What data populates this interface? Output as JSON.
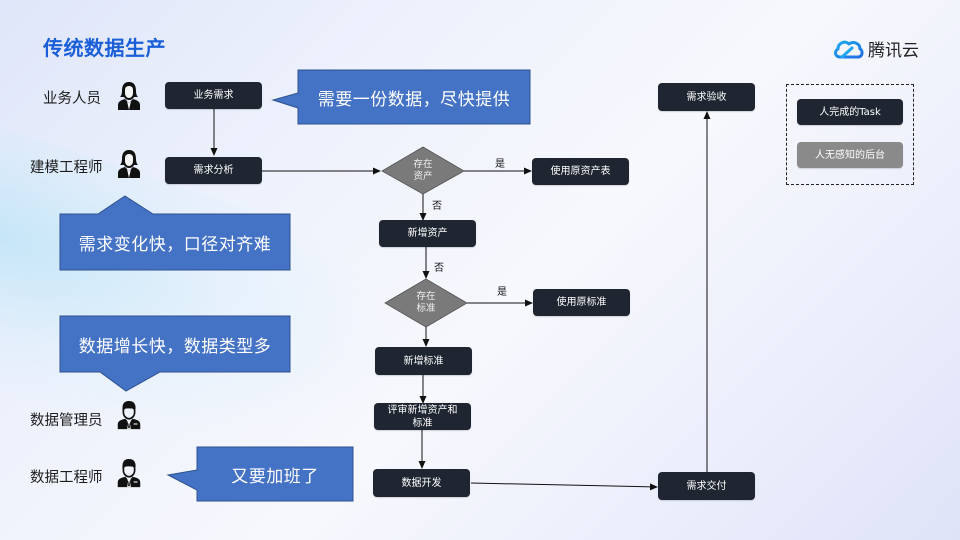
{
  "page": {
    "title": "传统数据生产",
    "brand": "腾讯云"
  },
  "roles": [
    {
      "label": "业务人员",
      "icon": "female-user-icon"
    },
    {
      "label": "建模工程师",
      "icon": "female-user-icon"
    },
    {
      "label": "数据管理员",
      "icon": "male-user-icon"
    },
    {
      "label": "数据工程师",
      "icon": "male-user-icon"
    }
  ],
  "callouts": [
    {
      "text": "需要一份数据，尽快提供"
    },
    {
      "text": "需求变化快，口径对齐难"
    },
    {
      "text": "数据增长快，数据类型多"
    },
    {
      "text": "又要加班了"
    }
  ],
  "nodes": {
    "business_request": "业务需求",
    "requirement_analysis": "需求分析",
    "asset_exists": [
      "存在",
      "资产"
    ],
    "use_original_asset": "使用原资产表",
    "new_asset": "新增资产",
    "standard_exists": [
      "存在",
      "标准"
    ],
    "use_original_standard": "使用原标准",
    "new_standard": "新增标准",
    "review": [
      "评审新增资产和",
      "标准"
    ],
    "data_development": "数据开发",
    "requirement_delivery": "需求交付",
    "requirement_acceptance": "需求验收"
  },
  "edge_labels": {
    "yes1": "是",
    "no1": "否",
    "no2": "否",
    "yes2": "是"
  },
  "legend": {
    "human_task": "人完成的Task",
    "background": "人无感知的后台"
  },
  "colors": {
    "title": "#1a5fd8",
    "node": "#1f2631",
    "node_gray": "#8a8a8a",
    "diamond": "#7a7a7a",
    "callout": "#4472c4",
    "callout_border": "#2f528f"
  }
}
